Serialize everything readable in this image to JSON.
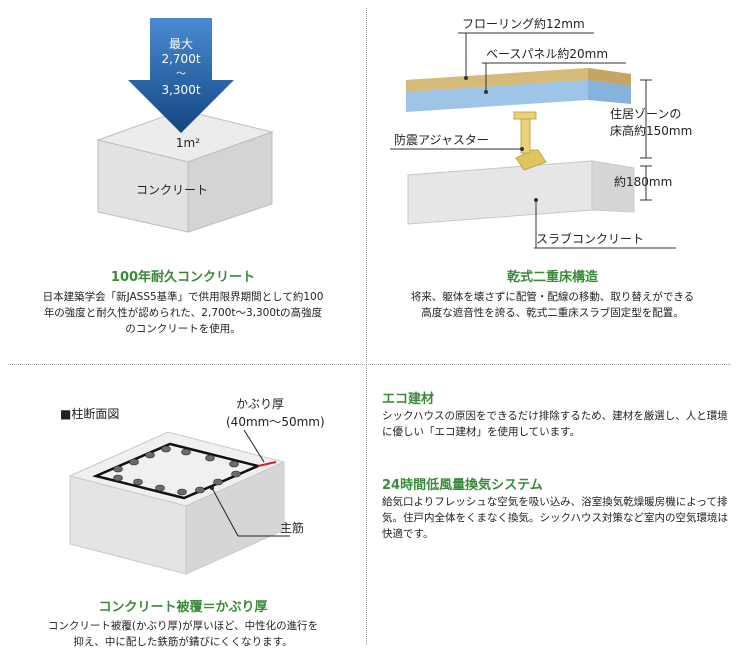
{
  "panel1": {
    "arrow_line1": "最大",
    "arrow_line2": "2,700t",
    "arrow_line3": "〜",
    "arrow_line4": "3,300t",
    "area_label": "1m²",
    "block_label": "コンクリート",
    "title": "100年耐久コンクリート",
    "desc_lines": [
      "日本建築学会「新JASS5基準」で供用限界期間として約100",
      "年の強度と耐久性が認められた、2,700t〜3,300tの高強度",
      "のコンクリートを使用。"
    ]
  },
  "panel2": {
    "flooring_label": "フローリング約12mm",
    "base_panel_label": "ベースパネル約20mm",
    "zone_line1": "住居ゾーンの",
    "zone_line2": "床高約150mm",
    "adjuster_label": "防震アジャスター",
    "slab_height_label": "約180mm",
    "slab_label": "スラブコンクリート",
    "title": "乾式二重床構造",
    "desc_lines": [
      "将来、躯体を壊さずに配管・配線の移動、取り替えができる",
      "高度な遮音性を誇る、乾式二重床スラブ固定型を配置。"
    ]
  },
  "panel3": {
    "section_label": "■柱断面図",
    "cover_line1": "かぶり厚",
    "cover_line2": "(40mm〜50mm)",
    "rebar_label": "主筋",
    "title": "コンクリート被覆＝かぶり厚",
    "desc_lines": [
      "コンクリート被覆(かぶり厚)が厚いほど、中性化の進行を",
      "抑え、中に配した鉄筋が錆びにくくなります。"
    ]
  },
  "panel4": {
    "eco_title": "エコ建材",
    "eco_desc": "シックハウスの原因をできるだけ排除するため、建材を厳選し、人と環境に優しい「エコ建材」を使用しています。",
    "vent_title": "24時間低風量換気システム",
    "vent_desc": "給気口よりフレッシュな空気を吸い込み、浴室換気乾燥暖房機によって排気。住戸内全体をくまなく換気。シックハウス対策など室内の空気環境は快適です。"
  },
  "colors": {
    "accent_green": "#3a8a3a",
    "arrow_blue": "#1f5fa8",
    "wood": "#d8be82",
    "panel_blue": "#9dc3e6",
    "adjuster": "#e8d27a",
    "concrete": "#e6e6e6"
  }
}
